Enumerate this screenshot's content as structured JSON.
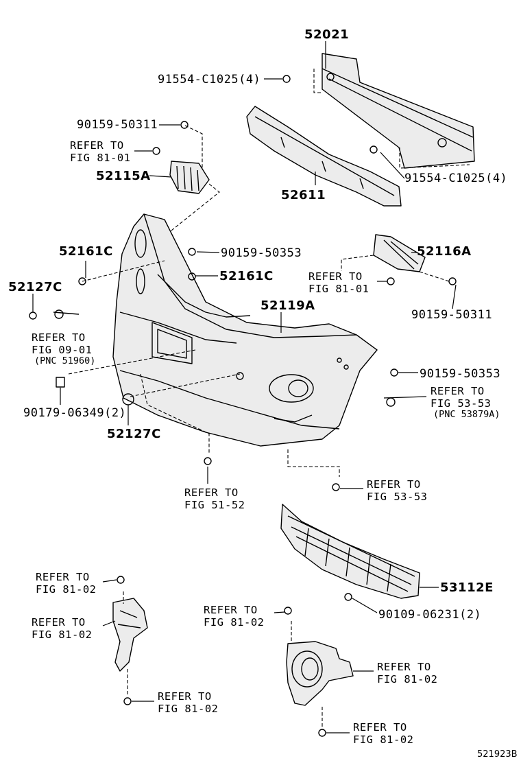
{
  "parts": {
    "p52021": "52021",
    "p91554_top": "91554-C1025(4)",
    "p90159_50311_l": "90159-50311",
    "p52115A": "52115A",
    "p52611": "52611",
    "p91554_right": "91554-C1025(4)",
    "p90159_50353_top": "90159-50353",
    "p52161C_l": "52161C",
    "p52161C_r": "52161C",
    "p52116A": "52116A",
    "p52127C_l": "52127C",
    "p90159_50311_r": "90159-50311",
    "p52119A": "52119A",
    "p90159_50353_mid": "90159-50353",
    "p90179": "90179-06349(2)",
    "p52127C_b": "52127C",
    "p53112E": "53112E",
    "p90109": "90109-06231(2)"
  },
  "refs": {
    "r1": {
      "line1": "REFER TO",
      "line2": "FIG 81-01"
    },
    "r2": {
      "line1": "REFER TO",
      "line2": "FIG 81-01"
    },
    "r3": {
      "line1": "REFER TO",
      "line2": "FIG 09-01",
      "note": "(PNC 51960)"
    },
    "r4": {
      "line1": "REFER TO",
      "line2": "FIG 53-53",
      "note": "(PNC 53879A)"
    },
    "r5": {
      "line1": "REFER TO",
      "line2": "FIG 51-52"
    },
    "r6": {
      "line1": "REFER TO",
      "line2": "FIG 53-53"
    },
    "r7": {
      "line1": "REFER TO",
      "line2": "FIG 81-02"
    },
    "r8": {
      "line1": "REFER TO",
      "line2": "FIG 81-02"
    },
    "r9": {
      "line1": "REFER TO",
      "line2": "FIG 81-02"
    },
    "r10": {
      "line1": "REFER TO",
      "line2": "FIG 81-02"
    },
    "r11": {
      "line1": "REFER TO",
      "line2": "FIG 81-02"
    },
    "r12": {
      "line1": "REFER TO",
      "line2": "FIG 81-02"
    }
  },
  "illustration_id": "521923B"
}
